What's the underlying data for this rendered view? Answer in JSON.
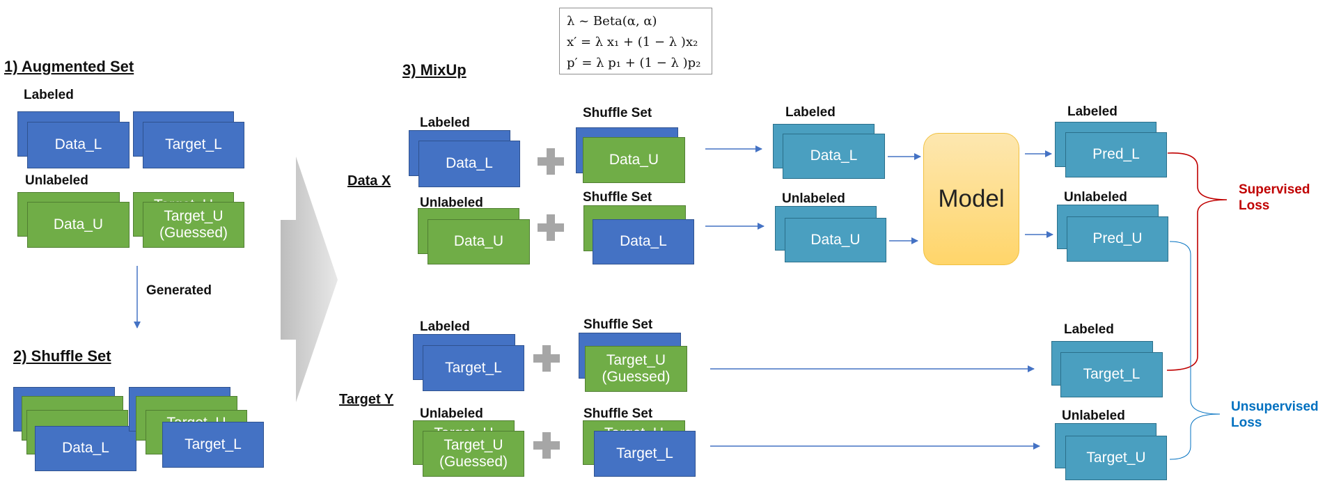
{
  "headings": {
    "augmented": "1) Augmented Set",
    "shuffle": "2) Shuffle Set",
    "mixup": "3) MixUp",
    "data_x": "Data X",
    "target_y": "Target Y"
  },
  "labels": {
    "labeled": "Labeled",
    "unlabeled": "Unlabeled",
    "shuffle_set": "Shuffle Set",
    "generated": "Generated"
  },
  "boxes": {
    "data_l": "Data_L",
    "data_u": "Data_U",
    "target_l": "Target_L",
    "target_u": "Target_U",
    "target_u_guessed": "Target_U\n(Guessed)",
    "pred_l": "Pred_L",
    "pred_u": "Pred_U"
  },
  "model": "Model",
  "formula": {
    "line1": "λ ~ Beta(α, α)",
    "line2": "x′ = λ x₁ + (1 − λ )x₂",
    "line3": "p′ = λ p₁ + (1 − λ )p₂"
  },
  "losses": {
    "supervised": "Supervised\nLoss",
    "unsupervised": "Unsupervised\nLoss"
  },
  "colors": {
    "labeled_box": "#4472c4",
    "unlabeled_box": "#70ad47",
    "output_box": "#4a9fc0",
    "model_fill": "#ffd56a",
    "arrow": "#4472c4",
    "supervised": "#c00000",
    "unsupervised": "#0070c0"
  }
}
